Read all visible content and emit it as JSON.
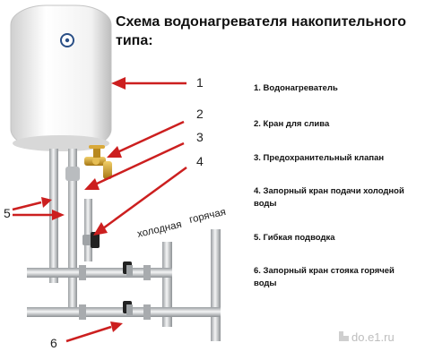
{
  "title": "Схема водонагревателя накопительного типа:",
  "legend": [
    "1. Водонагреватель",
    "2. Кран для слива",
    "3. Предохранительный клапан",
    "4. Запорный кран подачи холодной воды",
    "5. Гибкая подводка",
    "6. Запорный кран стояка горячей воды"
  ],
  "callouts": [
    "1",
    "2",
    "3",
    "4",
    "5",
    "6"
  ],
  "pipe_labels": {
    "cold": "холодная",
    "hot": "горячая"
  },
  "watermark": "do.e1.ru",
  "colors": {
    "arrow": "#cc1f1f",
    "pipe": "#c9ccce",
    "heater_body": "#f1f1f1",
    "valve_handle": "#222222",
    "brass": "#c8982b"
  }
}
